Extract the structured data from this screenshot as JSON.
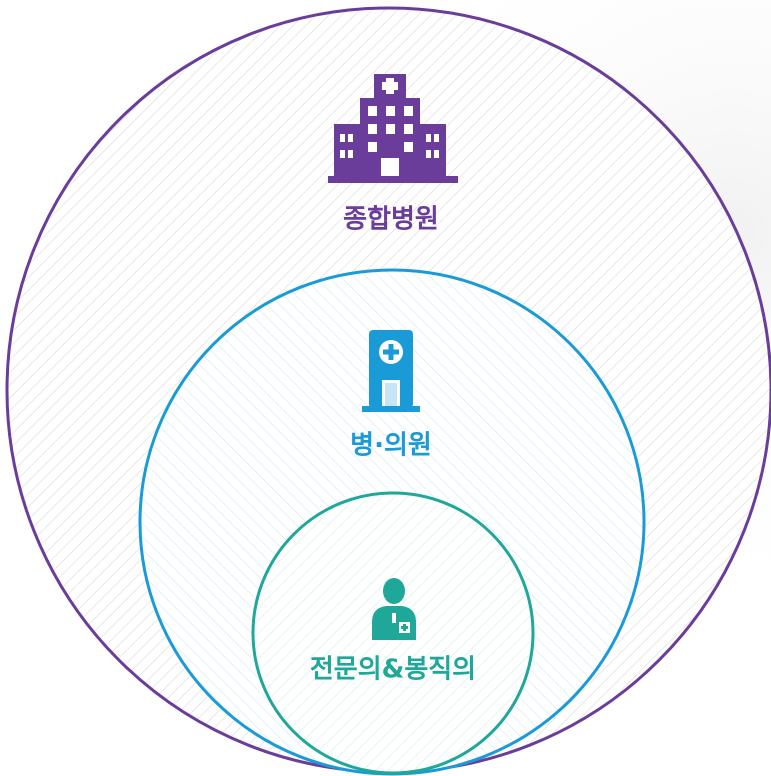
{
  "diagram": {
    "rings": [
      {
        "label": "종합병원",
        "color": "#6a3d9a",
        "icon": "hospital-building-icon"
      },
      {
        "label": "병·의원",
        "color": "#1a9bd7",
        "icon": "clinic-building-icon"
      },
      {
        "label": "전문의&봉직의",
        "color": "#1fa89a",
        "icon": "doctor-icon"
      }
    ]
  }
}
